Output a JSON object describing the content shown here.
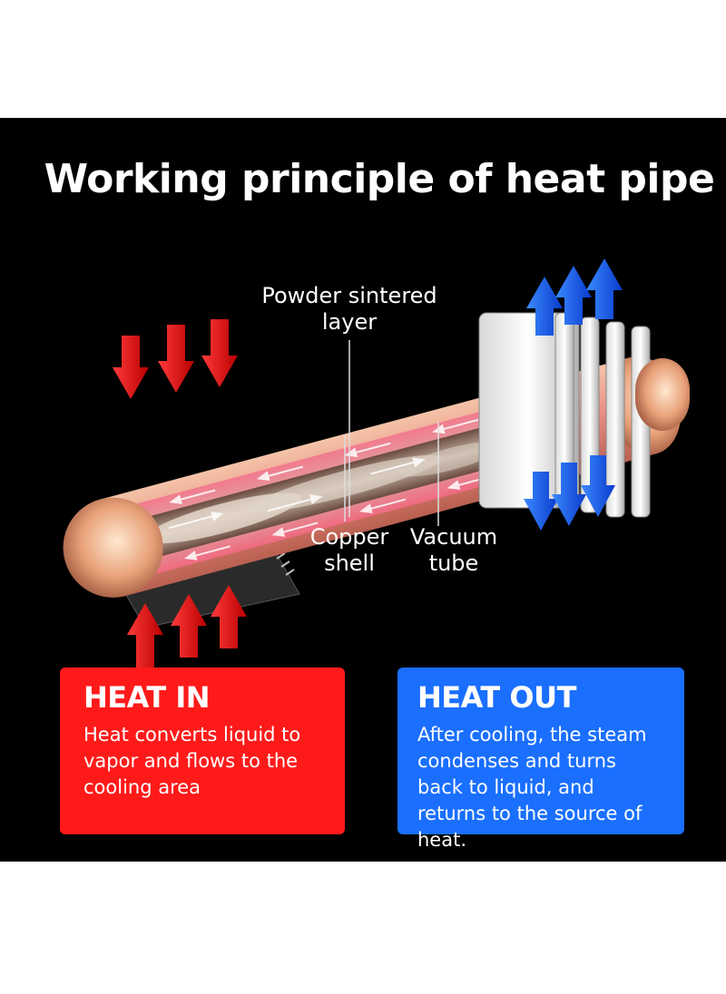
{
  "title": "Working principle of heat pipe",
  "labels": {
    "powder": "Powder sintered\nlayer",
    "copper": "Copper\nshell",
    "vacuum": "Vacuum\ntube"
  },
  "heat_in": {
    "heading": "HEAT IN",
    "text": "Heat converts liquid to vapor and flows to the cooling area",
    "color": "#ff1a1a"
  },
  "heat_out": {
    "heading": "HEAT OUT",
    "text": "After cooling, the steam condenses and turns back to liquid, and returns to the source of heat.",
    "color": "#1a6fff"
  },
  "colors": {
    "background": "#000000",
    "hot_arrow": "#e60000",
    "cold_arrow": "#1455ff",
    "copper": "#e8a080"
  }
}
